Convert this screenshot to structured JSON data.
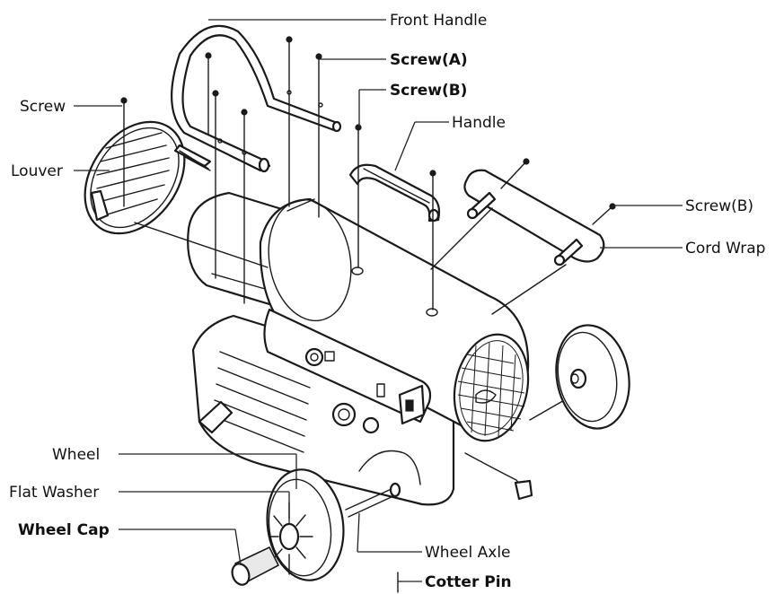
{
  "diagram": {
    "labels": {
      "front_handle": "Front Handle",
      "screw_a": "Screw(A)",
      "screw_b_top": "Screw(B)",
      "handle": "Handle",
      "screw": "Screw",
      "louver": "Louver",
      "screw_b_right": "Screw(B)",
      "cord_wrap": "Cord Wrap",
      "wheel": "Wheel",
      "flat_washer": "Flat Washer",
      "wheel_cap": "Wheel Cap",
      "wheel_axle": "Wheel Axle",
      "cotter_pin": "Cotter Pin"
    }
  }
}
